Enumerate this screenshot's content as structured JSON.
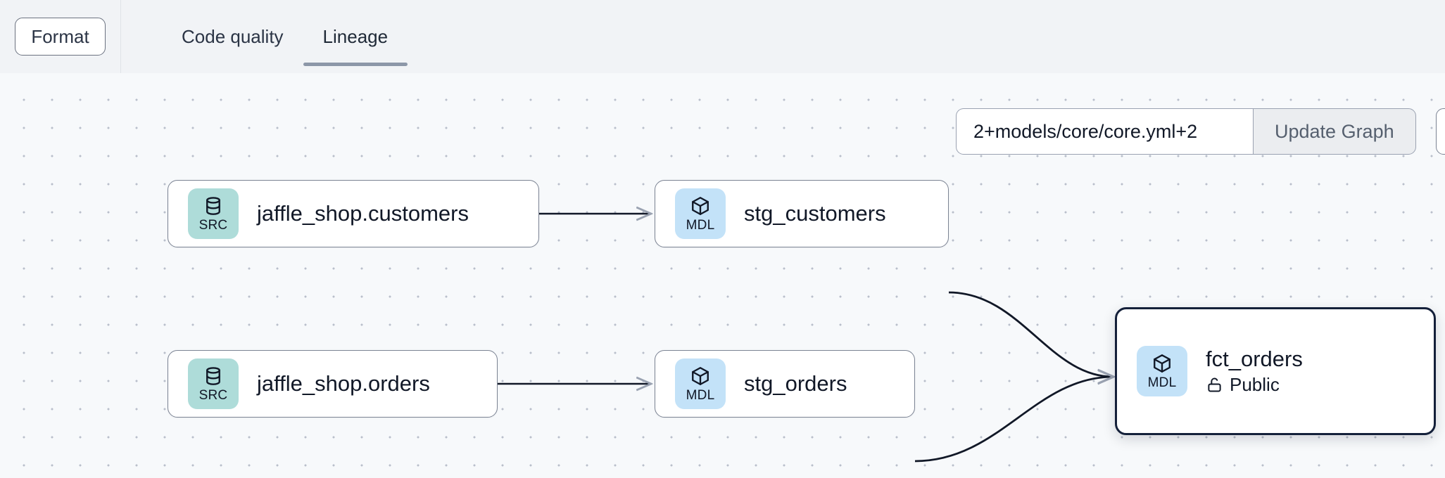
{
  "toolbar": {
    "format_label": "Format",
    "tabs": [
      {
        "label": "Code quality",
        "active": false
      },
      {
        "label": "Lineage",
        "active": true
      }
    ]
  },
  "controls": {
    "search_value": "2+models/core/core.yml+2",
    "search_placeholder": "2+models/core/core.yml+2",
    "update_button_label": "Update Graph"
  },
  "graph": {
    "nodes": [
      {
        "id": "jaffle_shop_customers",
        "badge_type": "SRC",
        "badge_icon": "database-icon",
        "title": "jaffle_shop.customers",
        "subtitle": null,
        "access_icon": null,
        "selected": false
      },
      {
        "id": "stg_customers",
        "badge_type": "MDL",
        "badge_icon": "cube-icon",
        "title": "stg_customers",
        "subtitle": null,
        "access_icon": null,
        "selected": false
      },
      {
        "id": "jaffle_shop_orders",
        "badge_type": "SRC",
        "badge_icon": "database-icon",
        "title": "jaffle_shop.orders",
        "subtitle": null,
        "access_icon": null,
        "selected": false
      },
      {
        "id": "stg_orders",
        "badge_type": "MDL",
        "badge_icon": "cube-icon",
        "title": "stg_orders",
        "subtitle": null,
        "access_icon": null,
        "selected": false
      },
      {
        "id": "fct_orders",
        "badge_type": "MDL",
        "badge_icon": "cube-icon",
        "title": "fct_orders",
        "subtitle": "Public",
        "access_icon": "unlock-icon",
        "selected": true
      }
    ],
    "edges": [
      {
        "from": "jaffle_shop_customers",
        "to": "stg_customers"
      },
      {
        "from": "jaffle_shop_orders",
        "to": "stg_orders"
      },
      {
        "from": "stg_customers",
        "to": "fct_orders"
      },
      {
        "from": "stg_orders",
        "to": "fct_orders"
      }
    ]
  },
  "colors": {
    "src_badge": "#aedcd9",
    "mdl_badge": "#c3e2f8",
    "canvas_bg": "#f7f9fb",
    "topbar_bg": "#f1f3f6",
    "tab_underline": "#8c97a8",
    "node_border": "#7b8393",
    "selected_border": "#14203a",
    "edge_stroke": "#111827"
  }
}
